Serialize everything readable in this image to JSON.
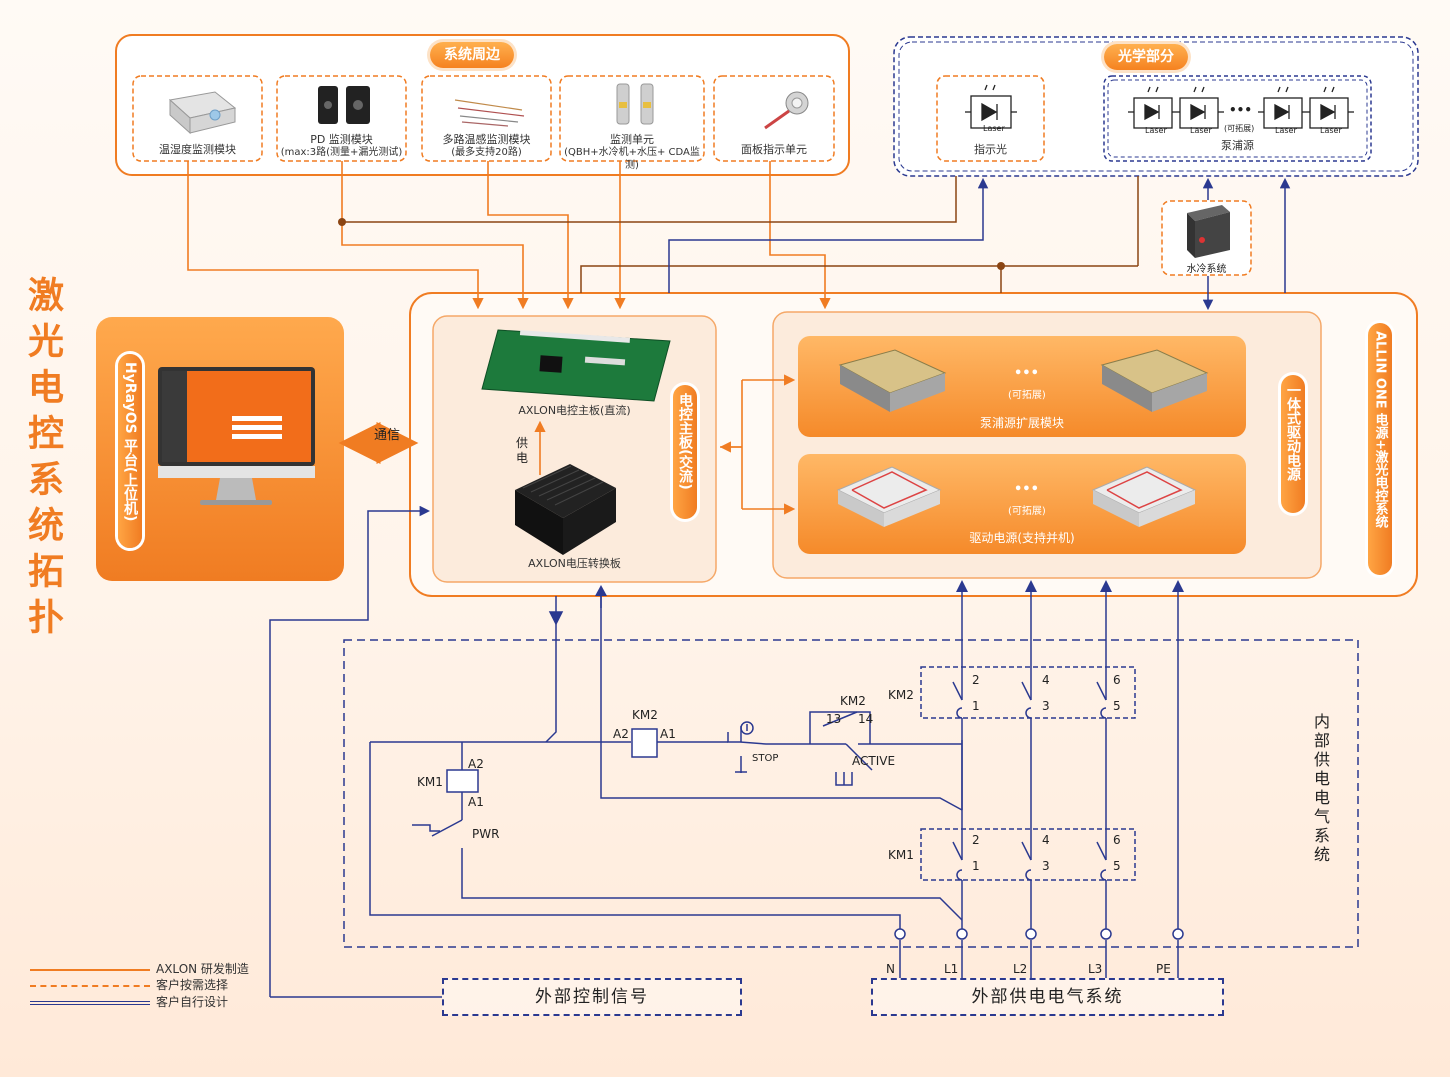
{
  "title": "激光电控系统拓扑",
  "system_periphery": {
    "header": "系统周边",
    "modules": [
      {
        "line1": "温湿度监测模块",
        "line2": ""
      },
      {
        "line1": "PD 监测模块",
        "line2": "(max:3路(测量+漏光测试)"
      },
      {
        "line1": "多路温感监测模块",
        "line2": "(最多支持20路)"
      },
      {
        "line1": "监测单元",
        "line2": "(QBH+水冷机+水压+ CDA监测)"
      },
      {
        "line1": "面板指示单元",
        "line2": ""
      }
    ]
  },
  "optics": {
    "header": "光学部分",
    "indicator_label": "指示光",
    "pump_label": "泵浦源",
    "laser_text": "Laser",
    "expandable": "(可拓展)",
    "ellipsis": "•••"
  },
  "water_cooling": "水冷系统",
  "host": {
    "label": "HyRayOS 平台(上位机)"
  },
  "comm_label": "通信",
  "control_board": {
    "board_dc": "AXLON电控主板(直流)",
    "power_label": "供电",
    "converter": "AXLON电压转换板",
    "side_label": "电控主板(交流)"
  },
  "power_group": {
    "pump_module": "泵浦源扩展模块",
    "driver": "驱动电源(支持并机)",
    "expandable": "(可拓展)",
    "ellipsis": "•••",
    "integrated_label": "一体式驱动电源",
    "allin_label": "ALLIN ONE 电源+激光电控系统"
  },
  "circuit": {
    "km2": "KM2",
    "km1": "KM1",
    "a1": "A1",
    "a2": "A2",
    "c13": "13",
    "c14": "14",
    "stop": "STOP",
    "active": "ACTIVE",
    "pwr": "PWR",
    "contacts_top": [
      "2",
      "4",
      "6"
    ],
    "contacts_bottom": [
      "1",
      "3",
      "5"
    ],
    "internal_label": "内部供电电气系统",
    "terminals": [
      "N",
      "L1",
      "L2",
      "L3",
      "PE"
    ]
  },
  "external_control": "外部控制信号",
  "external_power": "外部供电电气系统",
  "legend": [
    {
      "text": "AXLON 研发制造",
      "color": "#f07c22",
      "style": "solid"
    },
    {
      "text": "客户按需选择",
      "color": "#f07c22",
      "style": "dashed"
    },
    {
      "text": "客户自行设计",
      "color": "#2b3990",
      "style": "double-dashed"
    }
  ],
  "colors": {
    "orange": "#f07c22",
    "brown": "#8b4513",
    "navy": "#2b3990"
  }
}
